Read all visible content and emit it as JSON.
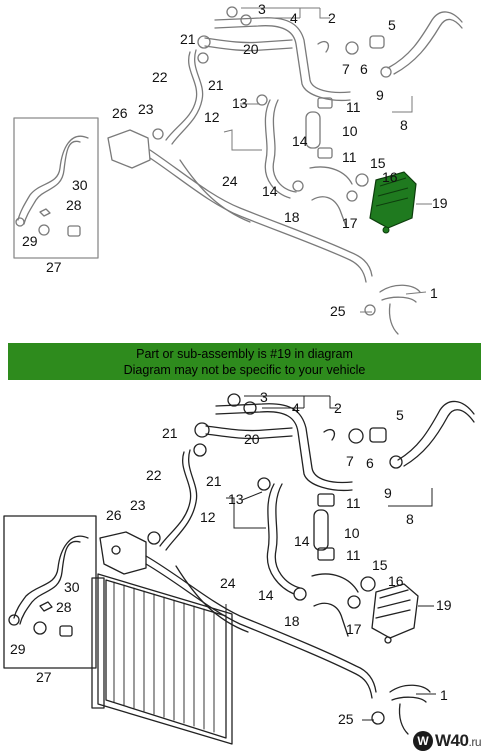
{
  "banner": {
    "line1": "Part or sub-assembly is #19 in diagram",
    "line2": "Diagram may not be specific to your vehicle"
  },
  "top_callouts": [
    {
      "id": "c1",
      "text": "1"
    },
    {
      "id": "c2",
      "text": "2"
    },
    {
      "id": "c3",
      "text": "3"
    },
    {
      "id": "c4",
      "text": "4"
    },
    {
      "id": "c5",
      "text": "5"
    },
    {
      "id": "c6",
      "text": "6"
    },
    {
      "id": "c7",
      "text": "7"
    },
    {
      "id": "c8",
      "text": "8"
    },
    {
      "id": "c9",
      "text": "9"
    },
    {
      "id": "c10",
      "text": "10"
    },
    {
      "id": "c11a",
      "text": "11"
    },
    {
      "id": "c11b",
      "text": "11"
    },
    {
      "id": "c12",
      "text": "12"
    },
    {
      "id": "c13",
      "text": "13"
    },
    {
      "id": "c14a",
      "text": "14"
    },
    {
      "id": "c14b",
      "text": "14"
    },
    {
      "id": "c15",
      "text": "15"
    },
    {
      "id": "c16",
      "text": "16"
    },
    {
      "id": "c17",
      "text": "17"
    },
    {
      "id": "c18",
      "text": "18"
    },
    {
      "id": "c19",
      "text": "19"
    },
    {
      "id": "c20",
      "text": "20"
    },
    {
      "id": "c21a",
      "text": "21"
    },
    {
      "id": "c21b",
      "text": "21"
    },
    {
      "id": "c22",
      "text": "22"
    },
    {
      "id": "c23",
      "text": "23"
    },
    {
      "id": "c24",
      "text": "24"
    },
    {
      "id": "c25",
      "text": "25"
    },
    {
      "id": "c26",
      "text": "26"
    },
    {
      "id": "c27",
      "text": "27"
    },
    {
      "id": "c28",
      "text": "28"
    },
    {
      "id": "c29",
      "text": "29"
    },
    {
      "id": "c30",
      "text": "30"
    }
  ],
  "bottom_callouts": [
    {
      "id": "d1",
      "text": "1"
    },
    {
      "id": "d2",
      "text": "2"
    },
    {
      "id": "d3",
      "text": "3"
    },
    {
      "id": "d4",
      "text": "4"
    },
    {
      "id": "d5",
      "text": "5"
    },
    {
      "id": "d6",
      "text": "6"
    },
    {
      "id": "d7",
      "text": "7"
    },
    {
      "id": "d8",
      "text": "8"
    },
    {
      "id": "d9",
      "text": "9"
    },
    {
      "id": "d10",
      "text": "10"
    },
    {
      "id": "d11a",
      "text": "11"
    },
    {
      "id": "d11b",
      "text": "11"
    },
    {
      "id": "d12",
      "text": "12"
    },
    {
      "id": "d13",
      "text": "13"
    },
    {
      "id": "d14a",
      "text": "14"
    },
    {
      "id": "d14b",
      "text": "14"
    },
    {
      "id": "d15",
      "text": "15"
    },
    {
      "id": "d16",
      "text": "16"
    },
    {
      "id": "d17",
      "text": "17"
    },
    {
      "id": "d18",
      "text": "18"
    },
    {
      "id": "d19",
      "text": "19"
    },
    {
      "id": "d20",
      "text": "20"
    },
    {
      "id": "d21a",
      "text": "21"
    },
    {
      "id": "d21b",
      "text": "21"
    },
    {
      "id": "d22",
      "text": "22"
    },
    {
      "id": "d23",
      "text": "23"
    },
    {
      "id": "d24",
      "text": "24"
    },
    {
      "id": "d25",
      "text": "25"
    },
    {
      "id": "d26",
      "text": "26"
    },
    {
      "id": "d27",
      "text": "27"
    },
    {
      "id": "d28",
      "text": "28"
    },
    {
      "id": "d29",
      "text": "29"
    },
    {
      "id": "d30",
      "text": "30"
    }
  ],
  "colors": {
    "highlight_part": "#1f7a1f",
    "banner_bg": "#2e8b1d",
    "line": "#222222"
  },
  "logo": {
    "mark": "W",
    "text": "W40",
    "tld": ".ru"
  }
}
